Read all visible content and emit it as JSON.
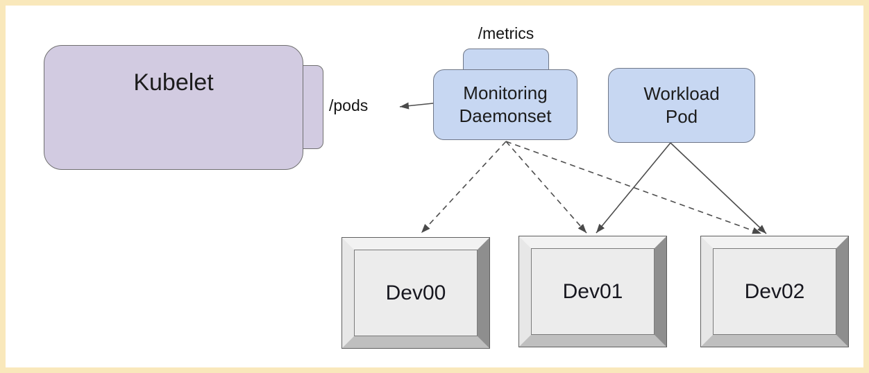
{
  "nodes": {
    "kubelet": {
      "label": "Kubelet",
      "endpoint_label": "/pods",
      "fill": "#d2cbe1"
    },
    "monitoring": {
      "line1": "Monitoring",
      "line2": "Daemonset",
      "endpoint_label": "/metrics",
      "fill": "#c7d7f2"
    },
    "workload": {
      "line1": "Workload",
      "line2": "Pod",
      "fill": "#c7d7f2"
    }
  },
  "devices": [
    {
      "label": "Dev00"
    },
    {
      "label": "Dev01"
    },
    {
      "label": "Dev02"
    }
  ],
  "edges": [
    {
      "from": "monitoring-daemonset",
      "to": "kubelet-pods-endpoint",
      "style": "solid-arrow"
    },
    {
      "from": "monitoring-daemonset",
      "to": "Dev00",
      "style": "dashed-arrow"
    },
    {
      "from": "monitoring-daemonset",
      "to": "Dev01",
      "style": "dashed-arrow"
    },
    {
      "from": "monitoring-daemonset",
      "to": "Dev02",
      "style": "dashed-arrow"
    },
    {
      "from": "workload-pod",
      "to": "Dev01",
      "style": "solid-arrow"
    },
    {
      "from": "workload-pod",
      "to": "Dev02",
      "style": "solid-arrow"
    }
  ],
  "colors": {
    "frame": "#f9e8bb",
    "kubelet_fill": "#d2cbe1",
    "pod_fill": "#c7d7f2",
    "device_face": "#ececec",
    "arrow": "#4d4d4d",
    "border_gray": "#6f6f6f"
  }
}
